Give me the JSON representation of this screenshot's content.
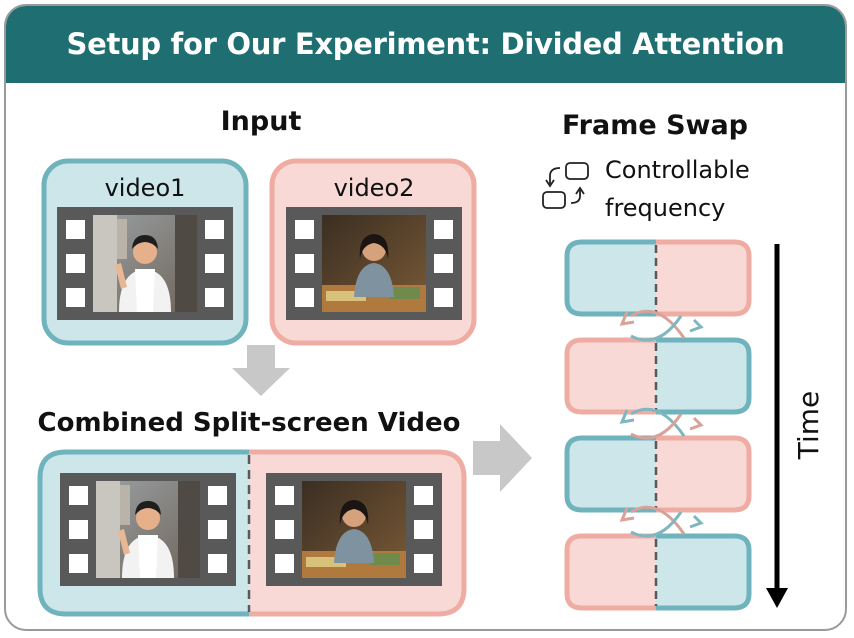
{
  "header": {
    "title": "Setup for Our Experiment: Divided Attention"
  },
  "input": {
    "title": "Input",
    "video1_label": "video1",
    "video2_label": "video2"
  },
  "combined": {
    "title": "Combined Split-screen Video"
  },
  "frame_swap": {
    "title": "Frame Swap",
    "control_line1": "Controllable",
    "control_line2": "frequency"
  },
  "time_label": "Time",
  "colors": {
    "header": "#1f6f72",
    "teal_fill": "#cde6ea",
    "teal_border": "#6fb3bd",
    "pink_fill": "#f8d9d5",
    "pink_border": "#eeaca3",
    "film": "#595959",
    "arrow_gray": "#c8c8c8"
  },
  "icons": [
    "swap-frames-icon",
    "downward-gray-arrow-icon",
    "rightward-gray-arrow-icon",
    "time-arrow-icon",
    "swap-arrows-icon"
  ]
}
